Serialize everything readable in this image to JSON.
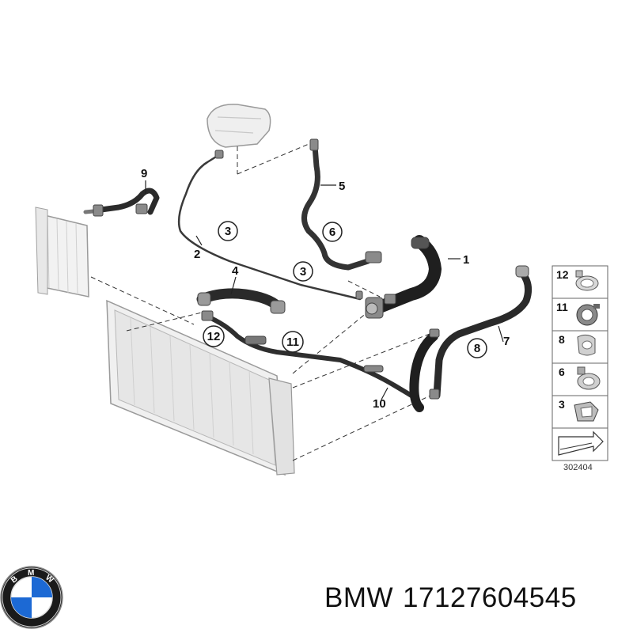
{
  "diagram": {
    "callouts": [
      {
        "num": "1",
        "circled": false
      },
      {
        "num": "2",
        "circled": false
      },
      {
        "num": "3",
        "circled": true
      },
      {
        "num": "3",
        "circled": true
      },
      {
        "num": "4",
        "circled": false
      },
      {
        "num": "5",
        "circled": false
      },
      {
        "num": "6",
        "circled": true
      },
      {
        "num": "7",
        "circled": false
      },
      {
        "num": "8",
        "circled": true
      },
      {
        "num": "9",
        "circled": false
      },
      {
        "num": "10",
        "circled": false
      },
      {
        "num": "11",
        "circled": true
      },
      {
        "num": "12",
        "circled": true
      }
    ],
    "legend": [
      {
        "num": "12",
        "icon": "hose-clamp-icon"
      },
      {
        "num": "11",
        "icon": "spring-clamp-icon"
      },
      {
        "num": "8",
        "icon": "hose-clip-icon"
      },
      {
        "num": "6",
        "icon": "hose-clamp-icon"
      },
      {
        "num": "3",
        "icon": "bracket-clip-icon"
      }
    ],
    "legend_footer_icon": "direction-arrow-icon",
    "reference_number": "302404"
  },
  "brand": {
    "logo_letters": "BMW",
    "colors": {
      "blue": "#1c69d4",
      "ring": "#111111",
      "white": "#ffffff"
    }
  },
  "caption": {
    "brand": "BMW",
    "part_number": "17127604545"
  }
}
